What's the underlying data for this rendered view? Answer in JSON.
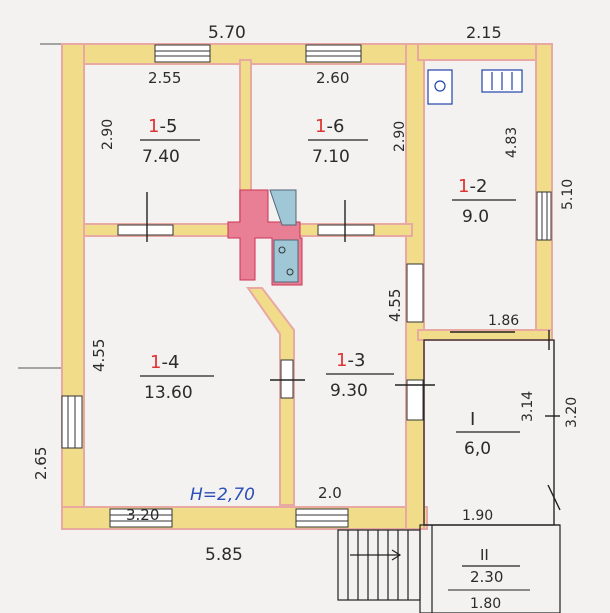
{
  "colors": {
    "paper": "#f3f2f0",
    "wall_fill": "#f1dc8a",
    "wall_edge": "#e9a9a3",
    "stove": "#e97f95",
    "stove_duct": "#9fc7d6",
    "ink": "#2b2b2b",
    "red_ink": "#d33333",
    "blue_ink": "#2a4fb8"
  },
  "dimensions": {
    "top_main": "5.70",
    "top_right": "2.15",
    "bottom_main": "5.85",
    "left_window": "2.65",
    "room5_width": "2.55",
    "room5_height": "2.90",
    "room6_width": "2.60",
    "room6_height": "2.90",
    "room2_height": "4.83",
    "room2_outer": "5.10",
    "room2_bottom": "1.86",
    "room3_height": "4.55",
    "room4_height": "4.55",
    "room4_bottom": "3.20",
    "room3_bottom": "2.0",
    "hall_height": "3.14",
    "hall_outer": "3.20",
    "hall_bottom": "1.90",
    "porch_bottom": "1.80"
  },
  "ceiling_height": "H=2,70",
  "rooms": [
    {
      "id": "1-5",
      "prefix": "1",
      "suffix": "-5",
      "area": "7.40"
    },
    {
      "id": "1-6",
      "prefix": "1",
      "suffix": "-6",
      "area": "7.10"
    },
    {
      "id": "1-2",
      "prefix": "1",
      "suffix": "-2",
      "area": "9.0"
    },
    {
      "id": "1-4",
      "prefix": "1",
      "suffix": "-4",
      "area": "13.60"
    },
    {
      "id": "1-3",
      "prefix": "1",
      "suffix": "-3",
      "area": "9.30"
    },
    {
      "id": "I",
      "prefix": "",
      "suffix": "I",
      "area": "6,0"
    },
    {
      "id": "II",
      "prefix": "",
      "suffix": "II",
      "area": "2.30"
    }
  ]
}
